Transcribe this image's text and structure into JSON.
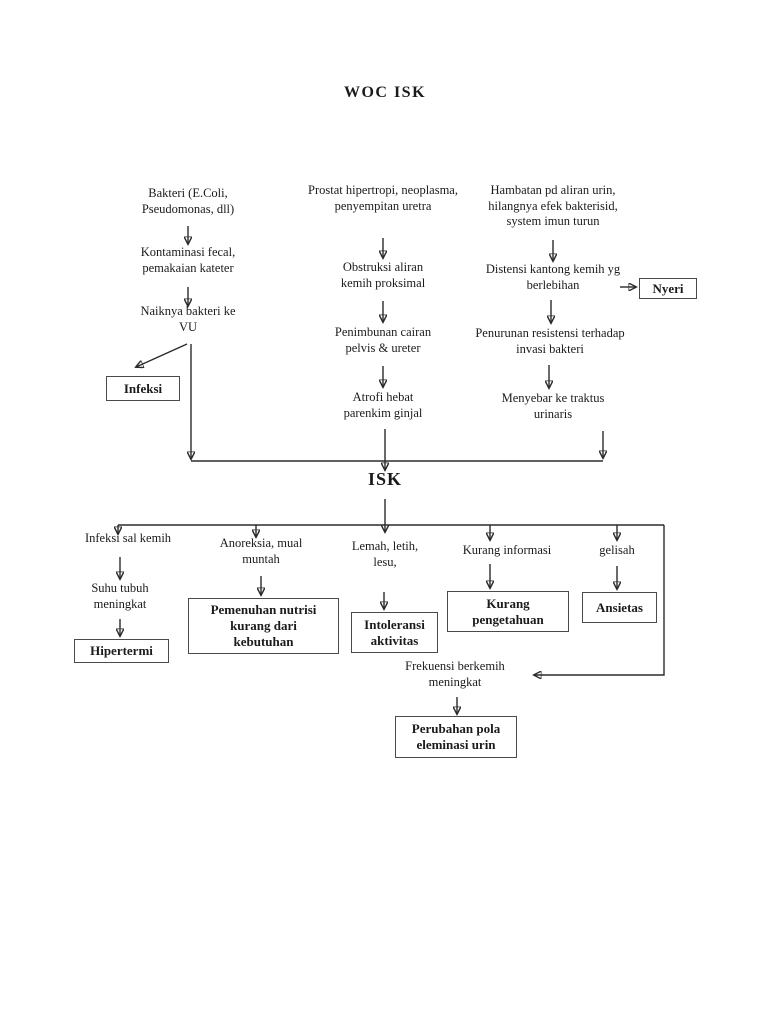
{
  "title": "WOC ISK",
  "nodes": {
    "bakteri": "Bakteri (E.Coli,\nPseudomonas, dll)",
    "kontaminasi": "Kontaminasi fecal,\npemakaian kateter",
    "naiknya": "Naiknya bakteri ke\nVU",
    "prostat": "Prostat hipertropi, neoplasma,\npenyempitan uretra",
    "obstruksi": "Obstruksi aliran\nkemih proksimal",
    "penimbunan": "Penimbunan cairan\npelvis & ureter",
    "atrofi": "Atrofi hebat\nparenkim ginjal",
    "hambatan": "Hambatan pd aliran urin,\nhilangnya efek bakterisid,\nsystem imun turun",
    "distensi": "Distensi kantong kemih yg\nberlebihan",
    "penurunan": "Penurunan resistensi terhadap\ninvasi bakteri",
    "menyebar": "Menyebar ke traktus\nurinaris",
    "isk": "ISK",
    "infeksi_sal_kemih": "Infeksi sal kemih",
    "suhu_tubuh": "Suhu tubuh\nmeningkat",
    "anoreksia": "Anoreksia, mual\nmuntah",
    "lemah": "Lemah, letih,\nlesu,",
    "kurang_informasi": "Kurang informasi",
    "gelisah": "gelisah",
    "frekuensi": "Frekuensi berkemih\nmeningkat"
  },
  "boxes": {
    "infeksi": "Infeksi",
    "nyeri": "Nyeri",
    "hipertermi": "Hipertermi",
    "pemenuhan_nutrisi": "Pemenuhan nutrisi\nkurang dari\nkebutuhan",
    "intoleransi": "Intoleransi\naktivitas",
    "kurang_pengetahuan": "Kurang\npengetahuan",
    "ansietas": "Ansietas",
    "perubahan_pola": "Perubahan pola\neleminasi urin"
  },
  "colors": {
    "background": "#ffffff",
    "text": "#1b1b1b",
    "line": "#2b2b2b",
    "box_border": "#4a4a4a"
  }
}
